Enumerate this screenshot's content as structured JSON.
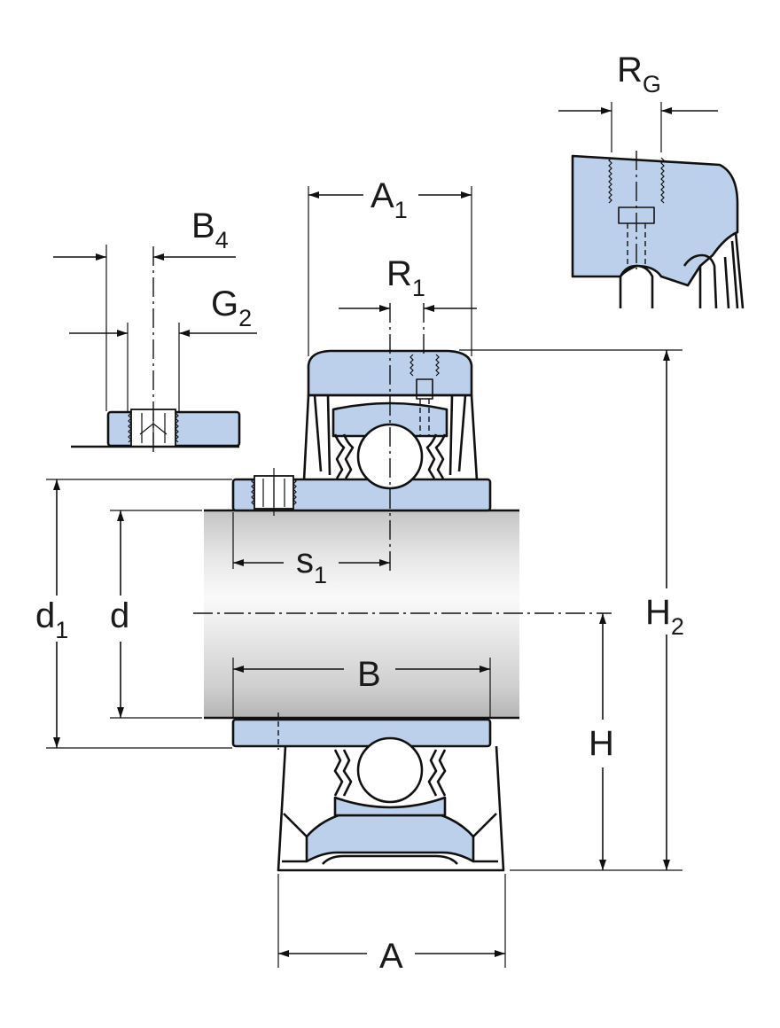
{
  "labels": {
    "A1": {
      "main": "A",
      "sub": "1"
    },
    "R1": {
      "main": "R",
      "sub": "1"
    },
    "RG": {
      "main": "R",
      "sub": "G"
    },
    "B4": {
      "main": "B",
      "sub": "4"
    },
    "G2": {
      "main": "G",
      "sub": "2"
    },
    "s1": {
      "main": "s",
      "sub": "1"
    },
    "d1": {
      "main": "d",
      "sub": "1"
    },
    "d": {
      "main": "d"
    },
    "B": {
      "main": "B"
    },
    "H2": {
      "main": "H",
      "sub": "2"
    },
    "H": {
      "main": "H"
    },
    "A": {
      "main": "A"
    }
  },
  "colors": {
    "part_fill": "#bcd0ec",
    "line": "#111111",
    "shaft_light": "#f4f4f4",
    "shaft_dark": "#b8b8b8"
  }
}
